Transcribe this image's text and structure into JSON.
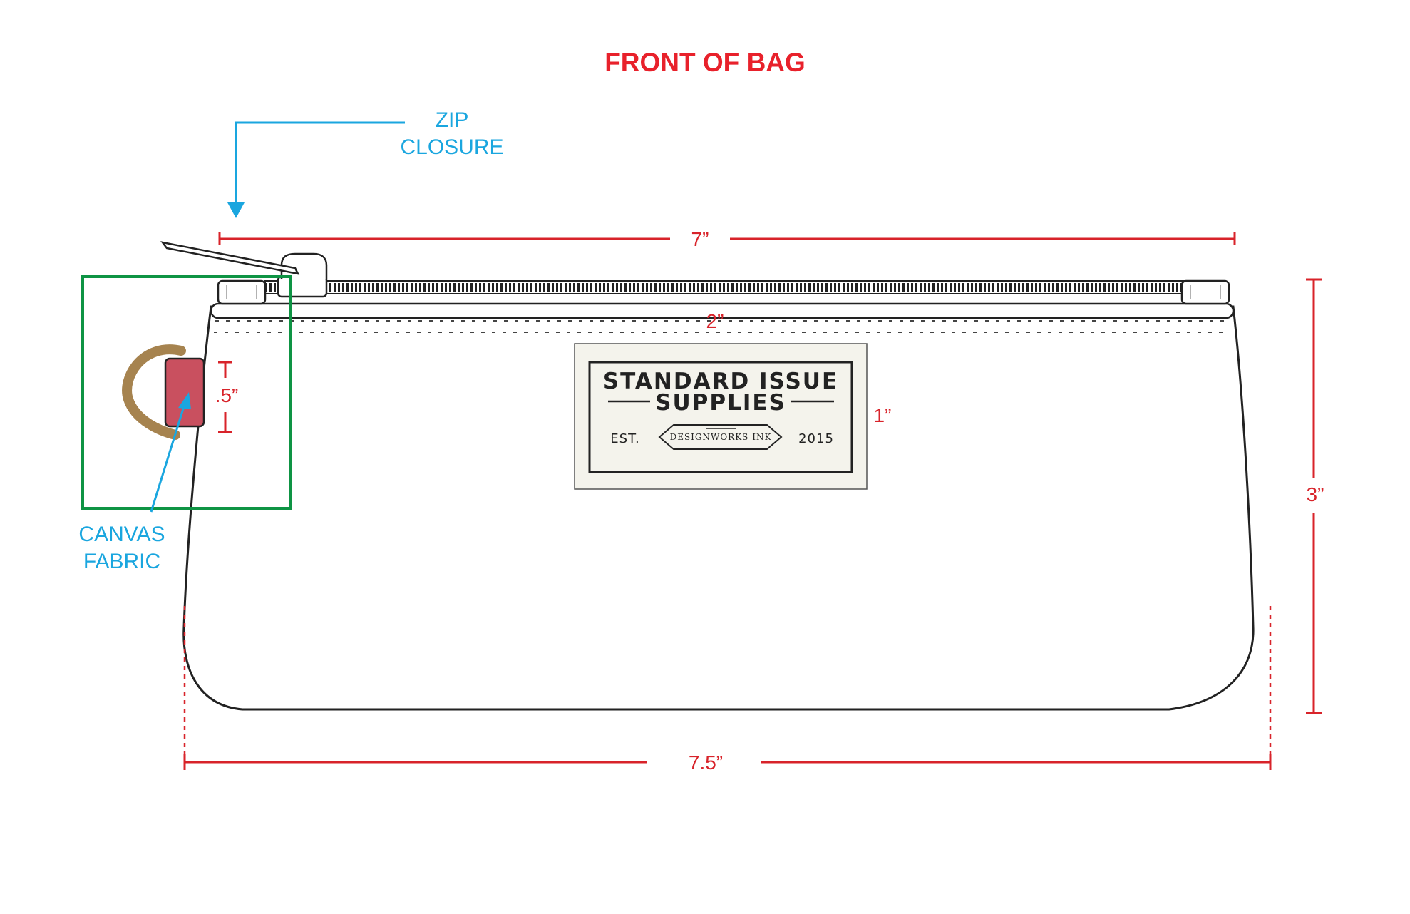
{
  "title": "FRONT OF BAG",
  "callouts": {
    "zip_line1": "ZIP",
    "zip_line2": "CLOSURE",
    "canvas_line1": "CANVAS",
    "canvas_line2": "FABRIC"
  },
  "dimensions": {
    "top_width": "7”",
    "seam_offset": "2”",
    "tab_height": ".5”",
    "label_height": "1”",
    "bag_height": "3”",
    "bottom_width": "7.5”"
  },
  "brand_label": {
    "line1": "STANDARD ISSUE",
    "line2": "SUPPLIES",
    "est": "EST.",
    "year": "2015",
    "maker": "DESIGNWORKS INK"
  },
  "colors": {
    "title": "#e8212b",
    "dimension": "#d8232a",
    "callout": "#1aa6df",
    "highlight_box": "#0e9444",
    "outline": "#222222",
    "d_ring": "#a6834f",
    "tab": "#c9505f",
    "label_bg": "#f4f3ec"
  }
}
